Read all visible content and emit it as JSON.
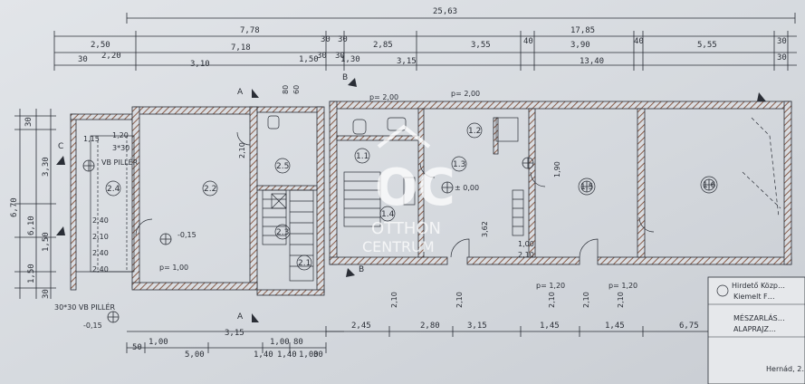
{
  "overall_dimensions": {
    "total": "25,63",
    "left_block": "7,78",
    "right_block": "17,85"
  },
  "top_dimension_row_1": [
    "2,50",
    "7,78",
    "30",
    "30",
    "2,85",
    "3,55",
    "40",
    "3,90",
    "40",
    "5,55",
    "30"
  ],
  "top_dimension_row_2": [
    "30",
    "2,20",
    "7,18",
    "30",
    "30",
    "3,15",
    "13,40",
    "30"
  ],
  "top_dimension_row_3": [
    "3,10",
    "1,50",
    "1,30",
    "3,15"
  ],
  "left_dimensions": [
    "30",
    "3,30",
    "6,10",
    "6,70",
    "1,50",
    "1,50",
    "30"
  ],
  "rooms": [
    {
      "number": "2.4"
    },
    {
      "number": "2.2"
    },
    {
      "number": "2.3"
    },
    {
      "number": "2.5"
    },
    {
      "number": "2.1"
    },
    {
      "number": "1.1"
    },
    {
      "number": "1.2"
    },
    {
      "number": "1.3"
    },
    {
      "number": "1.4"
    },
    {
      "number": "1.5"
    },
    {
      "number": "1.6"
    }
  ],
  "annotations": {
    "pillar_note": "VB PILLÉR",
    "pillar_note_2": "30*30 VB PILLÉR",
    "section_a": "A",
    "section_b": "B",
    "section_c": "C",
    "level_1": "-0,15",
    "level_2": "-0,15",
    "level_3": "± 0,00",
    "parapet_1": "p= 2,00",
    "parapet_2": "p= 2,00",
    "parapet_3": "p= 1,00",
    "parapet_4": "p= 1,20",
    "parapet_5": "p= 1,20",
    "height_1": "2,10",
    "height_2": "2,40",
    "dim_362": "3,62",
    "dim_100": "1,00",
    "dim_210": "2,10",
    "dim_190": "1,90",
    "dim_115": "1,15",
    "dim_120": "1,20",
    "dim_80": "80",
    "dim_60": "60",
    "dim_30x30": "3*30"
  },
  "bottom_dimensions": [
    "2,45",
    "2,80",
    "3,15",
    "1,45",
    "1,45",
    "6,75",
    "3,15",
    "1,00",
    "1,00",
    "5,00",
    "1,40",
    "1,40",
    "1,00",
    "50",
    "80",
    "30"
  ],
  "title_block": {
    "line_1": "Hirdető Közp…",
    "line_2": "Kiemelt F…",
    "line_3": "MÉSZARLÁS…",
    "line_4": "ALAPRAJZ…",
    "line_5": "Hernád, 2…"
  },
  "watermark": {
    "logo": "OC",
    "line_1": "OTTHON",
    "line_2": "CENTRUM"
  },
  "colors": {
    "paper": "#d9dde2",
    "ink": "#2a2e36",
    "hatch": "#8b5e4a",
    "watermark": "#ffffff"
  }
}
